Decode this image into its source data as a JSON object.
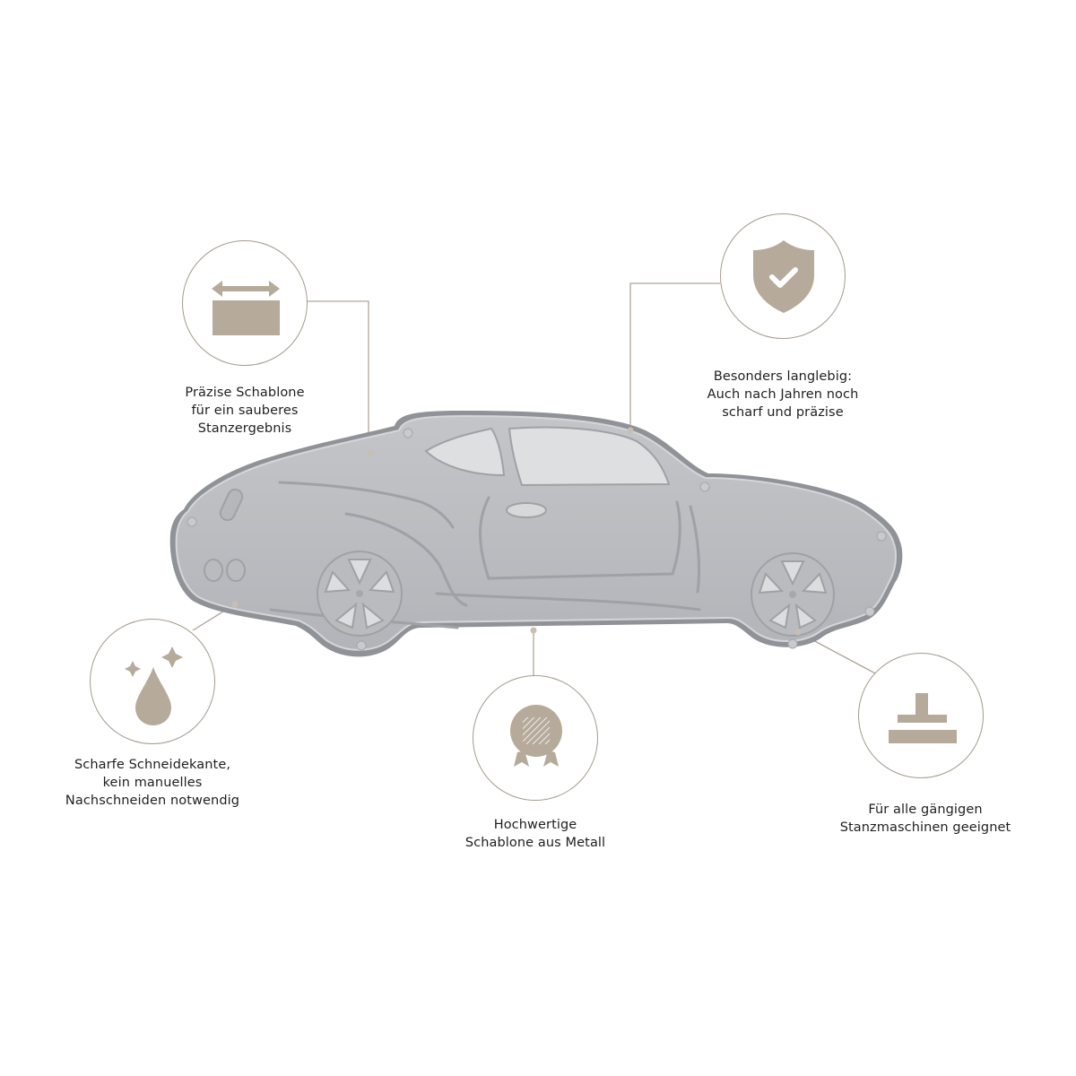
{
  "colors": {
    "accent": "#b6aa9b",
    "circle_border": "#a49b8f",
    "connector": "#b0a698",
    "die_metal": "#b9bbbf",
    "die_edge": "#8c8f94",
    "die_window": "#dedfe1",
    "text": "#1f1f1f",
    "background": "#ffffff"
  },
  "product": {
    "name": "car-cutting-die",
    "description": "Metal cutting die shaped like a sports car"
  },
  "features": [
    {
      "id": "precise",
      "icon": "width-arrow-block-icon",
      "caption": "Präzise Schablone\nfür ein sauberes\nStanzergebnis"
    },
    {
      "id": "durable",
      "icon": "shield-check-icon",
      "caption": "Besonders langlebig:\nAuch nach Jahren noch\nscharf und präzise"
    },
    {
      "id": "sharp",
      "icon": "drop-sparkle-icon",
      "caption": "Scharfe Schneidekante,\nkein manuelles\nNachschneiden notwendig"
    },
    {
      "id": "quality",
      "icon": "award-badge-icon",
      "caption": "Hochwertige\nSchablone aus Metall"
    },
    {
      "id": "compatible",
      "icon": "die-press-icon",
      "caption": "Für alle gängigen\nStanzmaschinen geeignet"
    }
  ]
}
